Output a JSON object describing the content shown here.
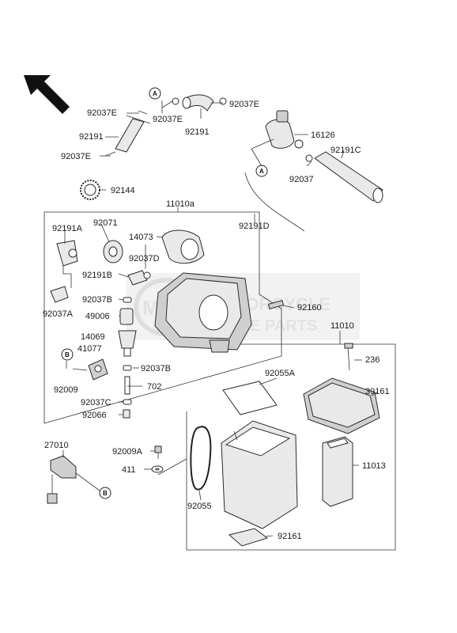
{
  "parts": {
    "p92037E_a": "92037E",
    "p92037E_b": "92037E",
    "p92037E_c": "92037E",
    "p92037E_d": "92037E",
    "p92191_a": "92191",
    "p92191_b": "92191",
    "p16126": "16126",
    "p92191C": "92191C",
    "p92037": "92037",
    "p92144": "92144",
    "p11010a": "11010a",
    "p92191D": "92191D",
    "p92071": "92071",
    "p14073": "14073",
    "p92191A": "92191A",
    "p92037D": "92037D",
    "p92191B": "92191B",
    "p92037B_a": "92037B",
    "p92037A": "92037A",
    "p49006": "49006",
    "p92160": "92160",
    "p11010": "11010",
    "p14069": "14069",
    "p41077": "41077",
    "p236": "236",
    "p92037B_b": "92037B",
    "p92009": "92009",
    "p702": "702",
    "p92055A": "92055A",
    "p39161": "39161",
    "p92037C": "92037C",
    "p92066": "92066",
    "p27010": "27010",
    "p92009A": "92009A",
    "p411": "411",
    "p92055": "92055",
    "p11013": "11013",
    "p92161": "92161"
  },
  "markers": {
    "a1": "A",
    "a2": "A",
    "b1": "B",
    "b2": "B"
  },
  "watermark": {
    "line1": "MOTORCYCLE",
    "line2": "SPARE PARTS",
    "logo": "MSP"
  }
}
